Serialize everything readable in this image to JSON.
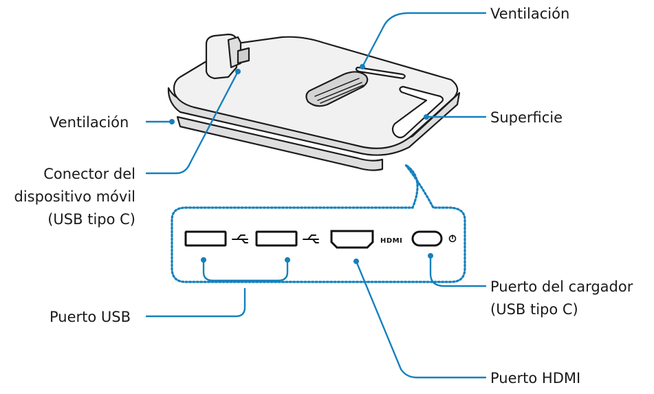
{
  "labels": {
    "ventilacion_top": "Ventilación",
    "ventilacion_left": "Ventilación",
    "superficie": "Superficie",
    "conector_line1": "Conector del",
    "conector_line2": "dispositivo móvil",
    "conector_line3": "(USB tipo C)",
    "puerto_usb": "Puerto USB",
    "puerto_cargador_line1": "Puerto del cargador",
    "puerto_cargador_line2": "(USB tipo C)",
    "puerto_hdmi": "Puerto HDMI"
  },
  "port_marks": {
    "hdmi_logo": "HDMI"
  },
  "icons": [
    "usb-symbol-icon",
    "usb-symbol-icon",
    "hdmi-logo-icon",
    "power-icon"
  ],
  "colors": {
    "leader": "#1580bd",
    "outline": "#1c1c1c",
    "surface": "#f1f1f1",
    "text": "#1a1a1a"
  }
}
